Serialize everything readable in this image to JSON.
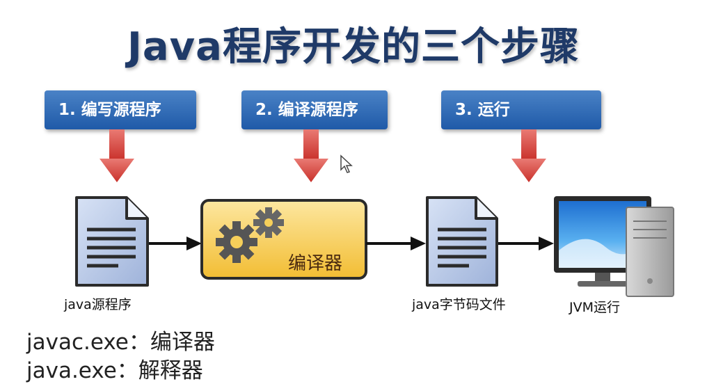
{
  "title": "Java程序开发的三个步骤",
  "steps": [
    {
      "label": "1. 编写源程序"
    },
    {
      "label": "2. 编译源程序"
    },
    {
      "label": "3. 运行"
    }
  ],
  "nodes": {
    "source_file": "java源程序",
    "compiler": "编译器",
    "bytecode_file": "java字节码文件",
    "jvm": "JVM运行"
  },
  "notes": {
    "javac": "javac.exe：编译器",
    "java": "java.exe：解释器"
  },
  "colors": {
    "title": "#1f3a68",
    "step_box": "#2e69b3",
    "down_arrow": "#d9463f",
    "compiler_fill": "#f6c94a",
    "document": "#b7c7e6"
  },
  "icons": [
    "document-icon",
    "gear-icon",
    "computer-icon",
    "mouse-cursor-icon"
  ]
}
